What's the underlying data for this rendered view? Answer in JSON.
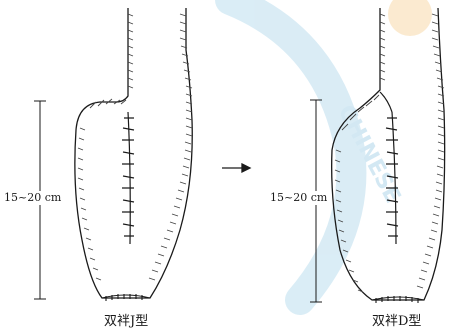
{
  "left_diagram": {
    "measure_label": "15~20 cm",
    "caption": "双袢J型"
  },
  "right_diagram": {
    "measure_label": "15~20 cm",
    "caption": "双袢D型"
  },
  "arrow_icon": "right-arrow-icon",
  "watermark": {
    "text": "CHINESE",
    "color": "#cfe6f2"
  },
  "colors": {
    "ink": "#1a1a1a",
    "hatch": "#444444",
    "watermark_arc": "#d6ebf5",
    "watermark_dot": "#f7d9a8"
  }
}
